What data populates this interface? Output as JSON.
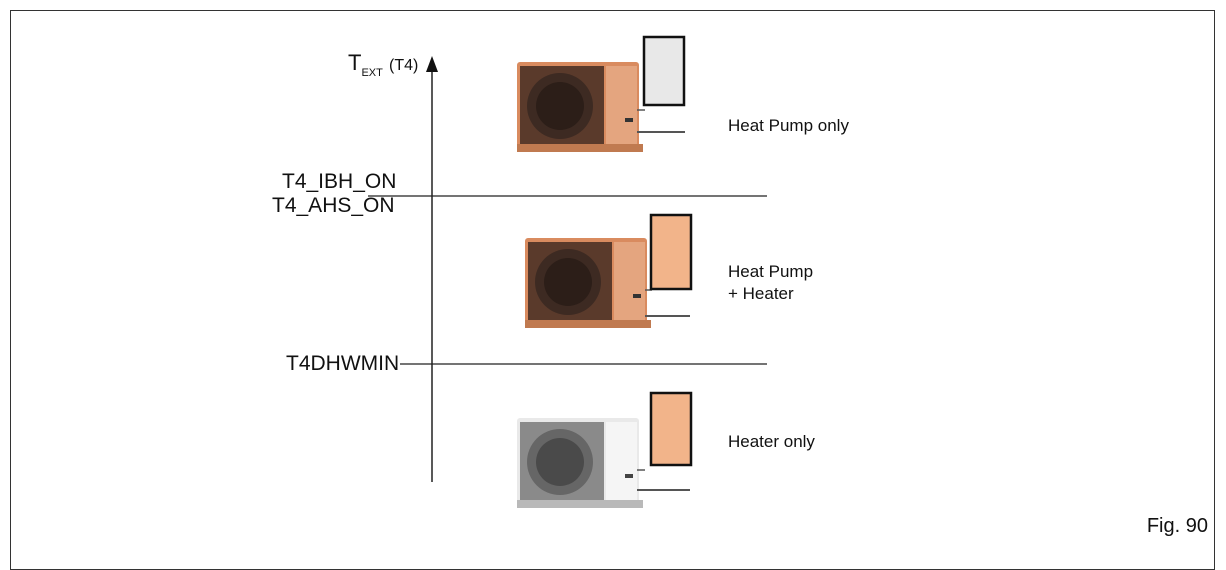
{
  "axis": {
    "symbol": "T",
    "subscript": "EXT",
    "paren": "(T4)"
  },
  "thresholds": {
    "upper_line1": "T4_IBH_ON",
    "upper_line2": "T4_AHS_ON",
    "lower": "T4DHWMIN"
  },
  "zones": [
    {
      "label_line1": "Heat Pump only",
      "label_line2": "",
      "unit_color": "#d98b5f",
      "tank_color": "#e8e8e8"
    },
    {
      "label_line1": "Heat Pump",
      "label_line2": "+ Heater",
      "unit_color": "#d98b5f",
      "tank_color": "#f2b48a"
    },
    {
      "label_line1": "Heater only",
      "label_line2": "",
      "unit_color": "#cfcfcf",
      "tank_color": "#f2b48a"
    }
  ],
  "figure_label": "Fig. 90"
}
